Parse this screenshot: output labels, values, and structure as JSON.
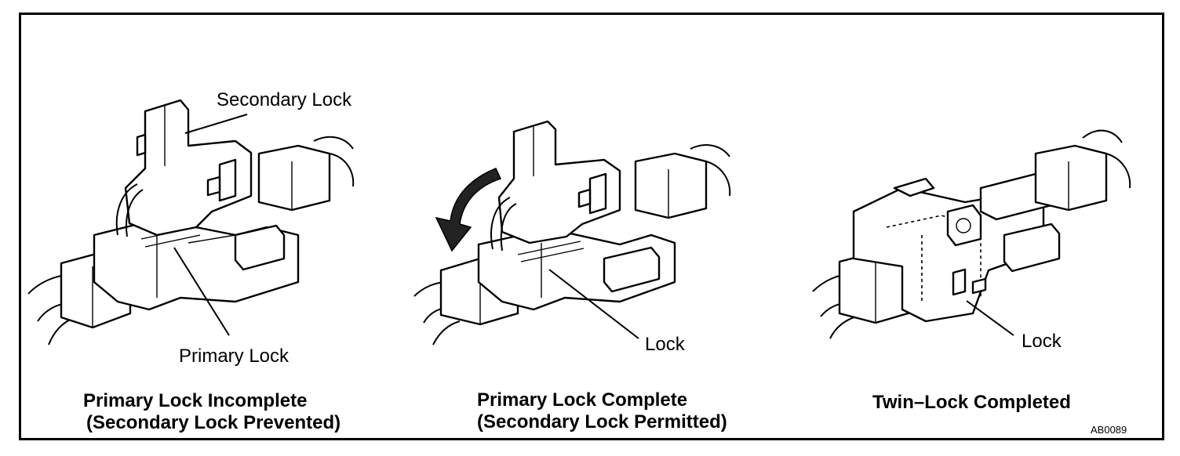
{
  "panels": [
    {
      "callouts": [
        "Secondary Lock",
        "Primary Lock"
      ],
      "caption_line1": "Primary Lock Incomplete",
      "caption_line2": "(Secondary Lock Prevented)"
    },
    {
      "callouts": [
        "Lock"
      ],
      "caption_line1": "Primary Lock Complete",
      "caption_line2": "(Secondary Lock Permitted)"
    },
    {
      "callouts": [
        "Lock"
      ],
      "caption_line1": "Twin–Lock Completed"
    }
  ],
  "figure_code": "AB0089",
  "icons": [
    "connector-illustration",
    "rotation-arrow-icon"
  ]
}
